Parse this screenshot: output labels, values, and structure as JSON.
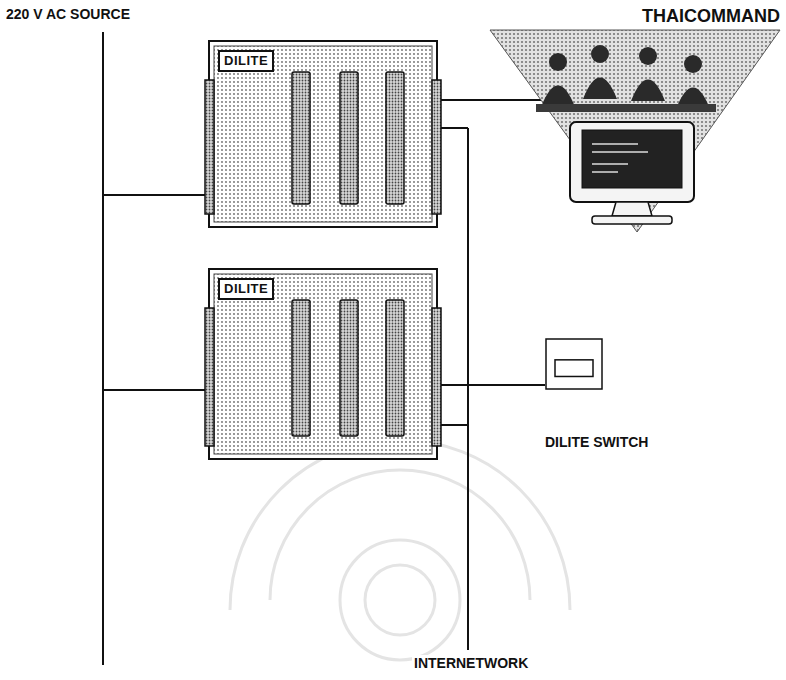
{
  "diagram": {
    "nodes": [
      {
        "text": [
          "DILITE"
        ]
      },
      {
        "text": [
          "THAICOMMAND"
        ]
      },
      {
        "text": [
          "DILITE"
        ]
      },
      {
        "text": [
          "DILITE SWITCH"
        ]
      }
    ],
    "edges": [
      {
        "from": 0,
        "to": 1,
        "arrow": "none"
      },
      {
        "from": 2,
        "to": 3,
        "arrow": "none"
      }
    ],
    "labels": [
      "220 V AC SOURCE",
      "INTERNETWORK"
    ]
  }
}
